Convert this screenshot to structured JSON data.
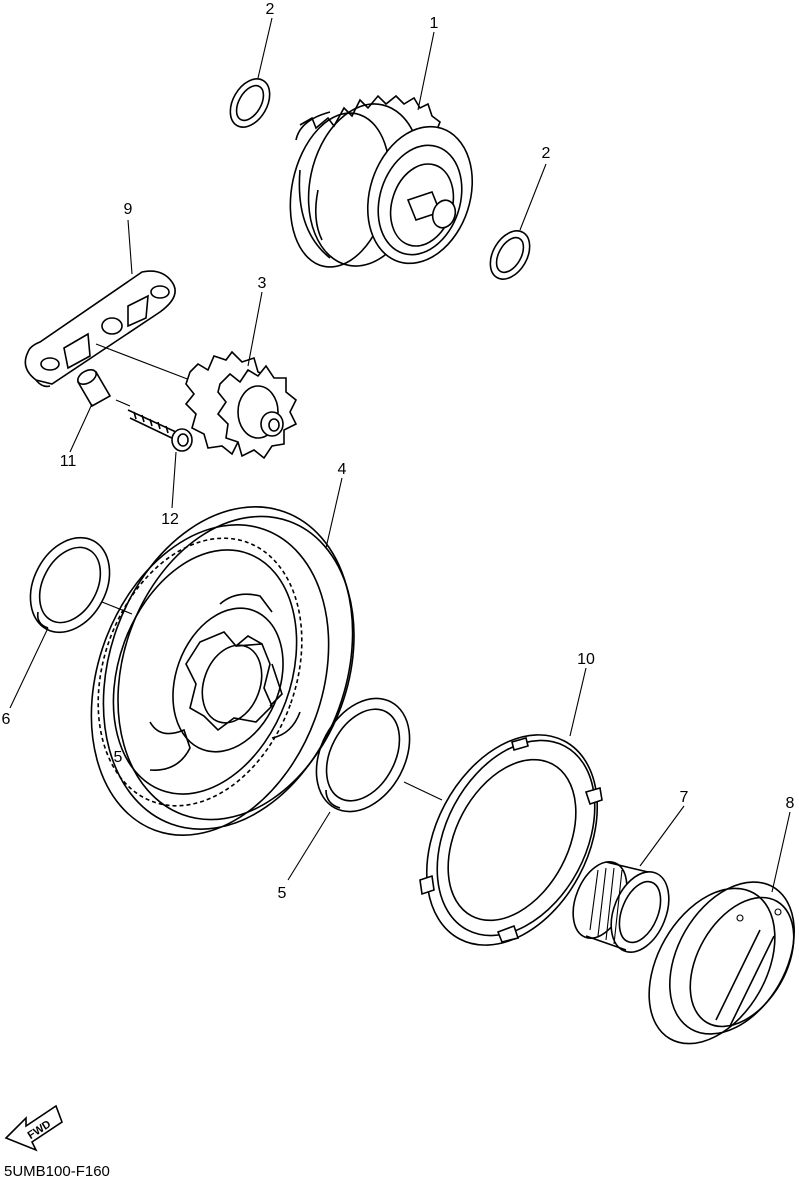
{
  "callouts": [
    {
      "id": "c1",
      "text": "1"
    },
    {
      "id": "c2a",
      "text": "2"
    },
    {
      "id": "c2b",
      "text": "2"
    },
    {
      "id": "c3",
      "text": "3"
    },
    {
      "id": "c4",
      "text": "4"
    },
    {
      "id": "c5a",
      "text": "5"
    },
    {
      "id": "c5b",
      "text": "5"
    },
    {
      "id": "c6",
      "text": "6"
    },
    {
      "id": "c7",
      "text": "7"
    },
    {
      "id": "c8",
      "text": "8"
    },
    {
      "id": "c9",
      "text": "9"
    },
    {
      "id": "c10",
      "text": "10"
    },
    {
      "id": "c11",
      "text": "11"
    },
    {
      "id": "c12",
      "text": "12"
    }
  ],
  "direction_icon": {
    "icon": "fwd-arrow-icon",
    "text": "FWD"
  },
  "diagram_code": "5UMB100-F160"
}
